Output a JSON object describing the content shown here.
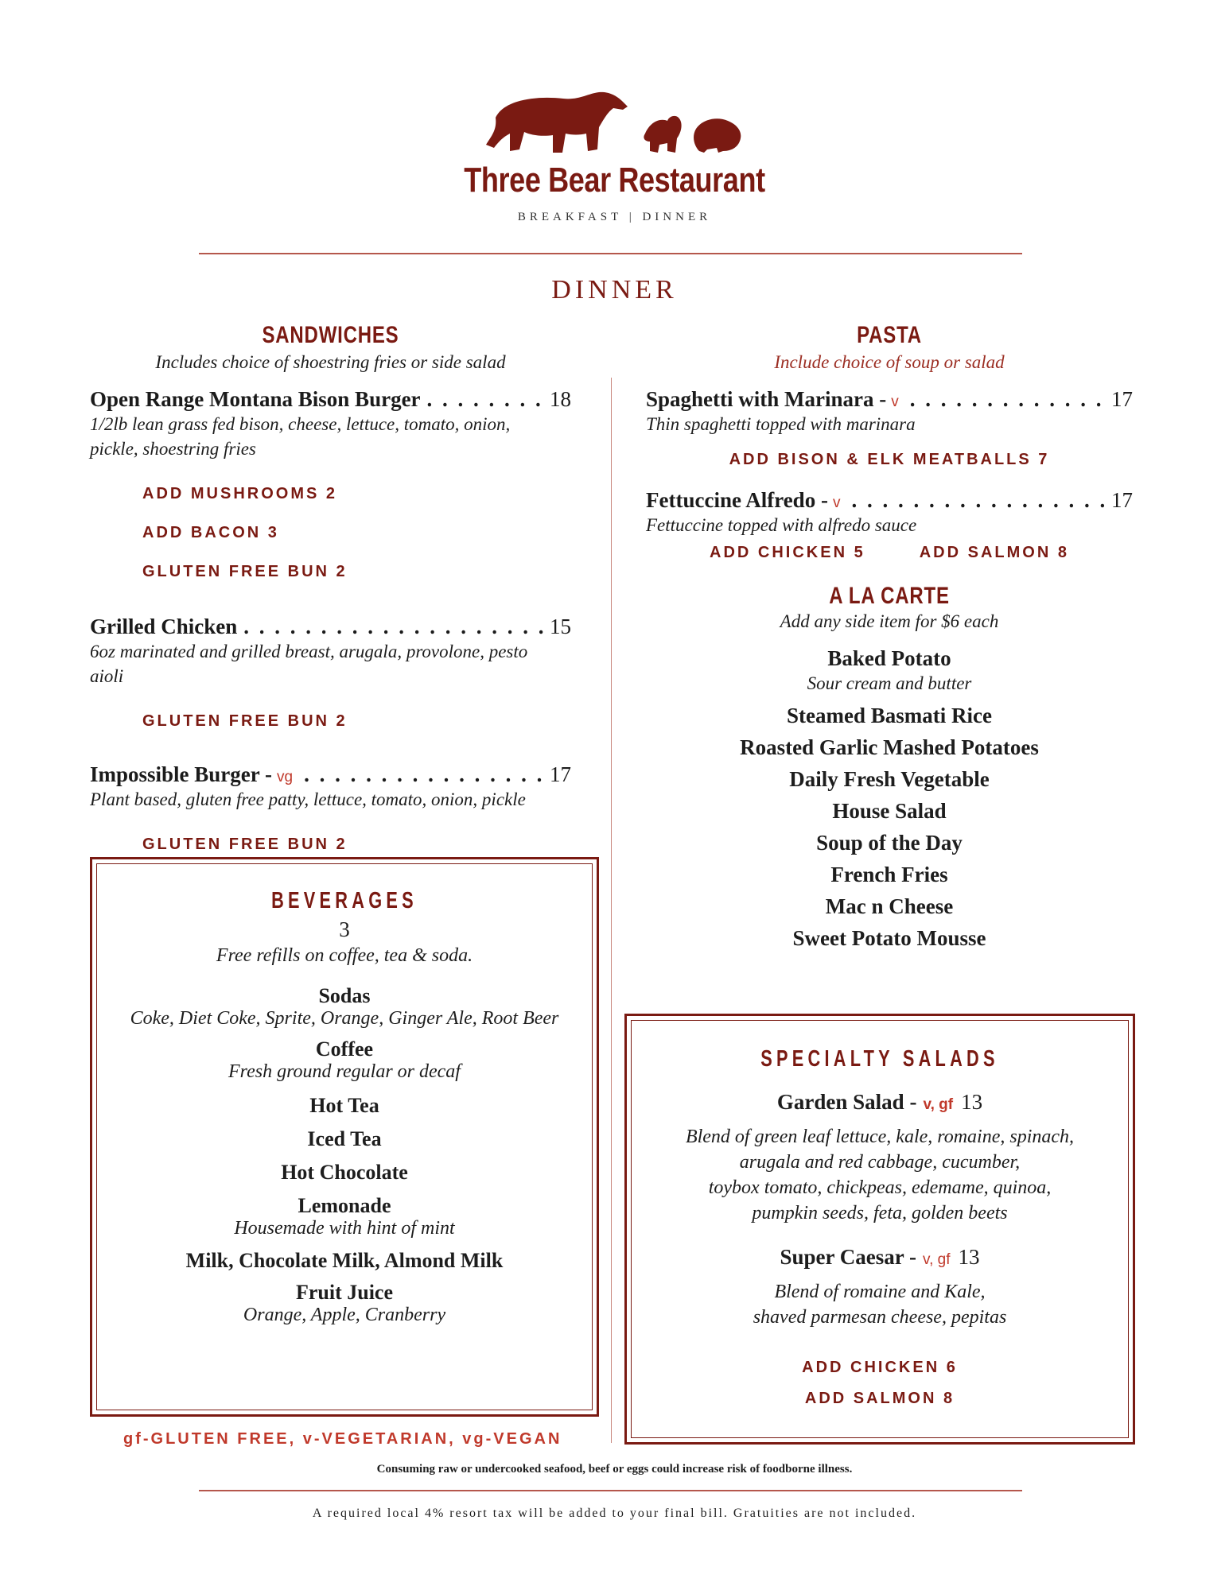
{
  "header": {
    "restaurant_name": "Three Bear Restaurant",
    "subtitle": "BREAKFAST | DINNER",
    "logo_icon": "three-bears-logo",
    "menu_title": "DINNER"
  },
  "colors": {
    "brand": "#7a1a12",
    "accent": "#c0392b",
    "rule": "#b5574c"
  },
  "sandwiches": {
    "title": "SANDWICHES",
    "note": "Includes choice of shoestring fries or side salad",
    "items": [
      {
        "name": "Open Range Montana Bison Burger",
        "tag": "",
        "price": "18",
        "desc": "1/2lb lean grass fed bison, cheese, lettuce, tomato, onion, pickle, shoestring fries",
        "addons": [
          "ADD MUSHROOMS 2",
          "ADD BACON 3",
          "GLUTEN FREE BUN 2"
        ]
      },
      {
        "name": "Grilled Chicken",
        "tag": "",
        "price": "15",
        "desc": "6oz marinated and grilled breast, arugala, provolone, pesto aioli",
        "addons": [
          "GLUTEN FREE BUN 2"
        ]
      },
      {
        "name": "Impossible Burger -",
        "tag": "vg",
        "price": "17",
        "desc": "Plant based, gluten free patty, lettuce, tomato, onion, pickle",
        "addons": [
          "GLUTEN FREE BUN 2"
        ]
      }
    ]
  },
  "pasta": {
    "title": "PASTA",
    "note": "Include choice of soup or salad",
    "items": [
      {
        "name": "Spaghetti with Marinara -",
        "tag": "v",
        "price": "17",
        "desc": "Thin spaghetti topped with marinara",
        "addon": "ADD BISON & ELK MEATBALLS  7"
      },
      {
        "name": "Fettuccine Alfredo -",
        "tag": "v",
        "price": "17",
        "desc": "Fettuccine topped with alfredo sauce",
        "addon_left": "ADD CHICKEN 5",
        "addon_right": "ADD SALMON 8"
      }
    ]
  },
  "a_la_carte": {
    "title": "A LA CARTE",
    "note": "Add any side item for $6 each",
    "items": [
      {
        "name": "Baked Potato",
        "desc": "Sour cream and butter"
      },
      {
        "name": "Steamed Basmati Rice",
        "desc": ""
      },
      {
        "name": "Roasted Garlic Mashed Potatoes",
        "desc": ""
      },
      {
        "name": "Daily Fresh Vegetable",
        "desc": ""
      },
      {
        "name": "House Salad",
        "desc": ""
      },
      {
        "name": "Soup of the Day",
        "desc": ""
      },
      {
        "name": "French Fries",
        "desc": ""
      },
      {
        "name": "Mac n Cheese",
        "desc": ""
      },
      {
        "name": "Sweet Potato Mousse",
        "desc": ""
      }
    ]
  },
  "beverages": {
    "title": "BEVERAGES",
    "price": "3",
    "note": "Free refills on coffee, tea & soda.",
    "items": [
      {
        "name": "Sodas",
        "desc": "Coke, Diet Coke, Sprite, Orange, Ginger Ale, Root Beer"
      },
      {
        "name": "Coffee",
        "desc": "Fresh ground regular or decaf"
      },
      {
        "name": "Hot Tea",
        "desc": ""
      },
      {
        "name": "Iced Tea",
        "desc": ""
      },
      {
        "name": "Hot Chocolate",
        "desc": ""
      },
      {
        "name": "Lemonade",
        "desc": "Housemade with hint of mint"
      },
      {
        "name": "Milk, Chocolate Milk, Almond Milk",
        "desc": ""
      },
      {
        "name": "Fruit Juice",
        "desc": "Orange, Apple, Cranberry"
      }
    ]
  },
  "specialty_salads": {
    "title": "SPECIALTY SALADS",
    "items": [
      {
        "name": "Garden Salad -",
        "tag": "v, gf",
        "price": "13",
        "desc_lines": [
          "Blend of green leaf lettuce, kale, romaine, spinach,",
          "arugala and red cabbage, cucumber,",
          "toybox tomato, chickpeas, edemame, quinoa,",
          "pumpkin seeds, feta, golden beets"
        ]
      },
      {
        "name": "Super Caesar -",
        "tag": "v, gf",
        "price": "13",
        "desc_lines": [
          "Blend of romaine and Kale,",
          "shaved parmesan cheese, pepitas"
        ]
      }
    ],
    "addons": [
      "ADD CHICKEN 6",
      "ADD SALMON 8"
    ]
  },
  "legend": "gf-GLUTEN FREE, v-VEGETARIAN, vg-VEGAN",
  "footer": {
    "warning": "Consuming raw or undercooked seafood, beef or eggs could increase risk of foodborne illness.",
    "tax_note": "A required local 4% resort tax will be added to your final bill. Gratuities are not included."
  }
}
